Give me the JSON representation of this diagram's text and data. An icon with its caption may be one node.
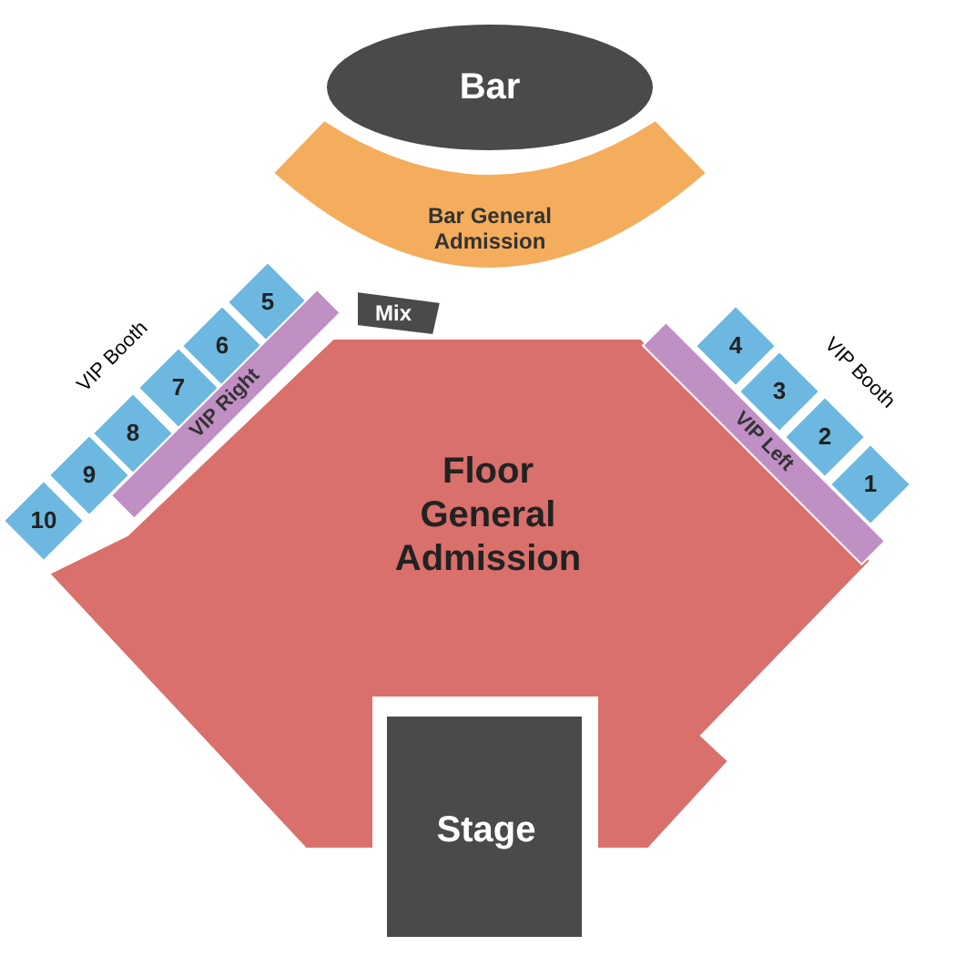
{
  "diagram": {
    "nodes": [
      {
        "text": [
          "Bar"
        ]
      },
      {
        "text": [
          "Bar General Admission"
        ]
      },
      {
        "text": [
          "Mix"
        ]
      },
      {
        "text": [
          "5"
        ]
      },
      {
        "text": [
          "6"
        ]
      },
      {
        "text": [
          "7"
        ]
      },
      {
        "text": [
          "8"
        ]
      },
      {
        "text": [
          "9"
        ]
      },
      {
        "text": [
          "10"
        ]
      },
      {
        "text": [
          "VIP Right"
        ]
      },
      {
        "text": [
          "Floor General Admission"
        ]
      },
      {
        "text": [
          "4"
        ]
      },
      {
        "text": [
          "3"
        ]
      },
      {
        "text": [
          "2"
        ]
      },
      {
        "text": [
          "1"
        ]
      },
      {
        "text": [
          "VIP Left"
        ]
      },
      {
        "text": [
          "Stage"
        ]
      }
    ],
    "labels": [
      "VIP Booth",
      "VIP Booth"
    ]
  }
}
